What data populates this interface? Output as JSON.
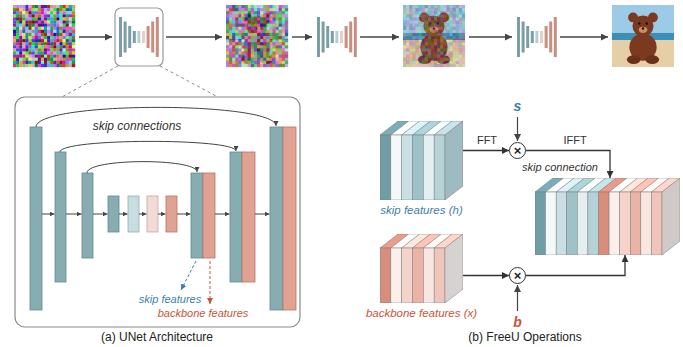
{
  "diagram": {
    "nodes": [
      {
        "text": [
          "skip features (h)"
        ]
      },
      {
        "text": [
          "×"
        ]
      },
      {
        "text": []
      },
      {
        "text": [
          "backbone features (x)"
        ]
      },
      {
        "text": [
          "×"
        ]
      }
    ],
    "edges": [
      {
        "from": 0,
        "to": 1,
        "arrow": "to",
        "label": "FFT"
      },
      {
        "from": 1,
        "to": 2,
        "arrow": "to",
        "label": "IFFT"
      },
      {
        "from": 3,
        "to": 4,
        "arrow": "to"
      },
      {
        "from": 4,
        "to": 2,
        "arrow": "to"
      }
    ],
    "labels": [
      "skip connections",
      "skip features",
      "backbone features",
      "(a) UNet Architecture",
      "s",
      "b",
      "skip connection",
      "(b) FreeU Operations"
    ]
  }
}
